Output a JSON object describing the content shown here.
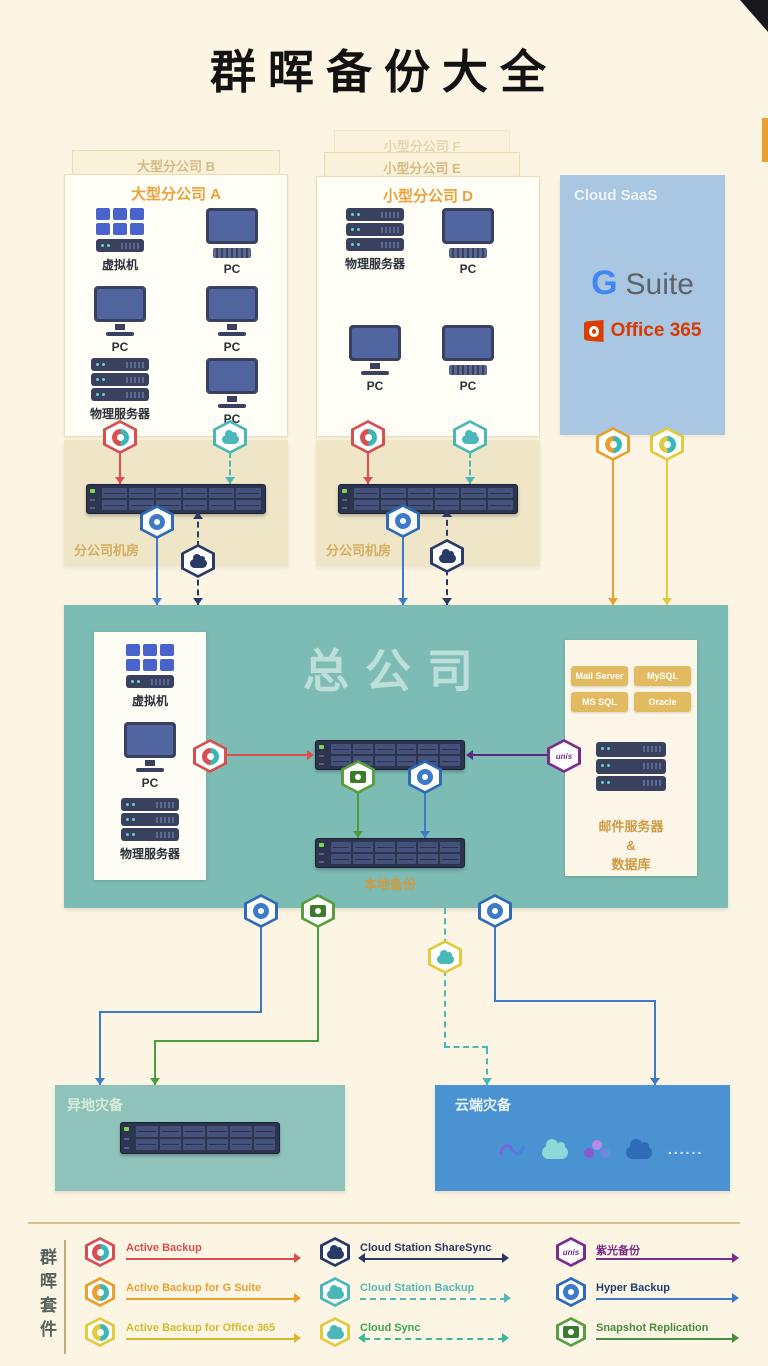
{
  "title": "群晖备份大全",
  "colors": {
    "background": "#fdf5e3",
    "hq_box": "#7cbcb4",
    "saas_box": "#a9c6e3",
    "room_box": "#efe5c7",
    "offsite_box": "#8fc2ba",
    "cloud_dr_box": "#4b92d2",
    "heading_accent": "#e8a23d",
    "active_backup": "#d94f4f",
    "ab_gsuite": "#e8a030",
    "ab_office365": "#e3c93d",
    "cloud_station_sharesync": "#2a3a66",
    "cloud_station_backup": "#54b8b8",
    "cloud_sync": "#3aa64d",
    "unis": "#7b2d8b",
    "hyper_backup": "#3d7bc8",
    "snapshot_replication": "#4a8c3d"
  },
  "stack": {
    "large_back": "大型分公司 B",
    "small_back": "小型分公司 E",
    "small_back2": "小型分公司 F"
  },
  "branch_a": {
    "title": "大型分公司 A",
    "devices": [
      {
        "label": "虚拟机"
      },
      {
        "label": "PC"
      },
      {
        "label": "PC"
      },
      {
        "label": "PC"
      },
      {
        "label": "物理服务器"
      },
      {
        "label": "PC"
      }
    ]
  },
  "branch_d": {
    "title": "小型分公司 D",
    "devices": [
      {
        "label": "物理服务器"
      },
      {
        "label": "PC"
      },
      {
        "label": "PC"
      },
      {
        "label": "PC"
      }
    ]
  },
  "saas": {
    "title": "Cloud SaaS",
    "gsuite_g": "G",
    "gsuite_suite": "Suite",
    "office": "Office 365"
  },
  "rooms": {
    "left": "分公司机房",
    "middle": "分公司机房"
  },
  "hq": {
    "title": "总公司",
    "devices": [
      {
        "label": "虚拟机"
      },
      {
        "label": "PC"
      },
      {
        "label": "物理服务器"
      }
    ],
    "local_backup": "本地备份",
    "db_badges": [
      "Mail Server",
      "MySQL",
      "MS SQL",
      "Oracle"
    ],
    "db_caption": [
      "邮件服务器",
      "&",
      "数据库"
    ]
  },
  "dr": {
    "offsite": "异地灾备",
    "cloud": "云端灾备",
    "more": "......"
  },
  "icons": {
    "unis_text": "unis"
  },
  "legend": {
    "side": "群晖套件",
    "items": [
      {
        "label": "Active Backup"
      },
      {
        "label": "Active Backup for G Suite"
      },
      {
        "label": "Active Backup for Office 365"
      },
      {
        "label": "Cloud Station ShareSync"
      },
      {
        "label": "Cloud Station Backup"
      },
      {
        "label": "Cloud Sync"
      },
      {
        "label": "紫光备份"
      },
      {
        "label": "Hyper Backup"
      },
      {
        "label": "Snapshot Replication"
      }
    ]
  }
}
